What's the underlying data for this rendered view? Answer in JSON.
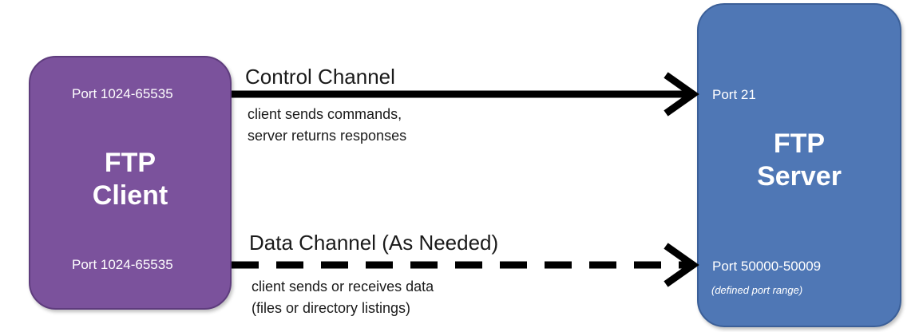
{
  "client": {
    "title_line1": "FTP",
    "title_line2": "Client",
    "control_port": "Port 1024-65535",
    "data_port": "Port 1024-65535",
    "color": "#7b529c"
  },
  "server": {
    "title_line1": "FTP",
    "title_line2": "Server",
    "control_port": "Port 21",
    "data_port": "Port 50000-50009",
    "data_port_note": "(defined port range)",
    "color": "#4f77b5"
  },
  "control_channel": {
    "title": "Control Channel",
    "desc_line1": "client sends commands,",
    "desc_line2": "server returns responses",
    "arrow_style": "solid"
  },
  "data_channel": {
    "title": "Data Channel (As Needed)",
    "desc_line1": "client sends or receives data",
    "desc_line2": "(files or directory listings)",
    "arrow_style": "dashed"
  }
}
